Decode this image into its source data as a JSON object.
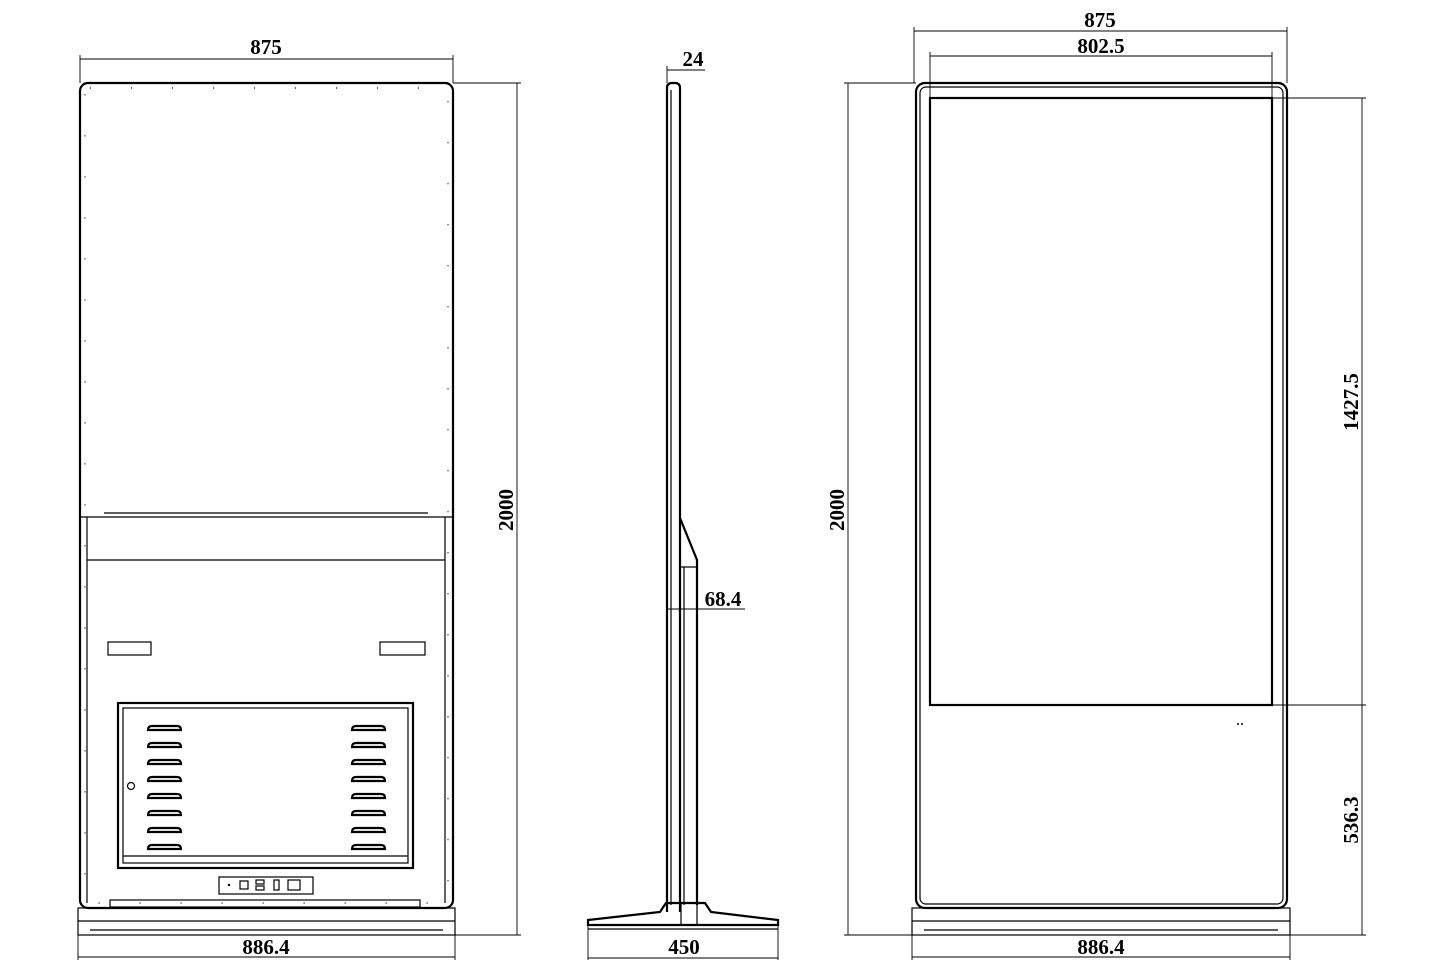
{
  "views": {
    "rear": {
      "width_top": "875",
      "height": "2000",
      "width_base": "886.4"
    },
    "side": {
      "panel_depth": "24",
      "body_depth": "68.4",
      "base_depth": "450"
    },
    "front": {
      "width_top": "875",
      "screen_width": "802.5",
      "height": "2000",
      "screen_height": "1427.5",
      "lower_height": "536.3",
      "width_base": "886.4"
    }
  },
  "line_color": "#000000",
  "background_color": "#ffffff"
}
